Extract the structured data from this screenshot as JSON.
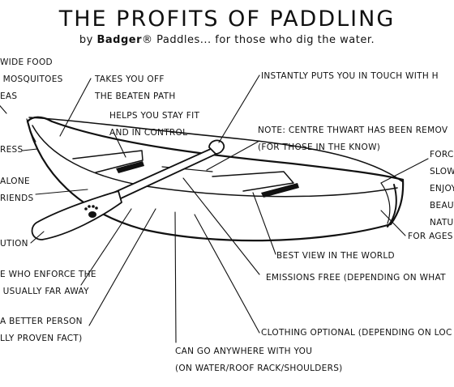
{
  "title": "THE PROFITS OF PADDLING",
  "subtitle": {
    "prefix": "by ",
    "brand": "Badger",
    "reg": "®",
    "suffix": " Paddles... for those who dig the water."
  },
  "labels": {
    "food": "WIDE FOOD\n MOSQUITOES\nEAS",
    "offpath": "TAKES YOU OFF\nTHE BEATEN PATH",
    "touch": "INSTANTLY PUTS YOU IN TOUCH WITH H",
    "fit": "HELPS YOU STAY FIT\nAND IN CONTROL",
    "thwart": "NOTE: CENTRE THWART HAS BEEN REMOV\n(FOR THOSE IN THE KNOW)",
    "stress": "RESS",
    "alone": "ALONE\nRIENDS",
    "forces": "FORC\nSLOW\nENJOY\nBEAUT\nNATUR",
    "ages": "FOR AGES",
    "pollution": "UTION",
    "view": "BEST VIEW IN THE WORLD",
    "enforce": "E WHO ENFORCE THE\n USUALLY FAR AWAY",
    "emissions": "EMISSIONS FREE (DEPENDING ON WHAT",
    "better": "A BETTER PERSON\nLLY PROVEN FACT)",
    "clothing": "CLOTHING OPTIONAL (DEPENDING ON LOC",
    "anywhere": "CAN GO ANYWHERE WITH YOU\n(ON WATER/ROOF RACK/SHOULDERS)"
  }
}
